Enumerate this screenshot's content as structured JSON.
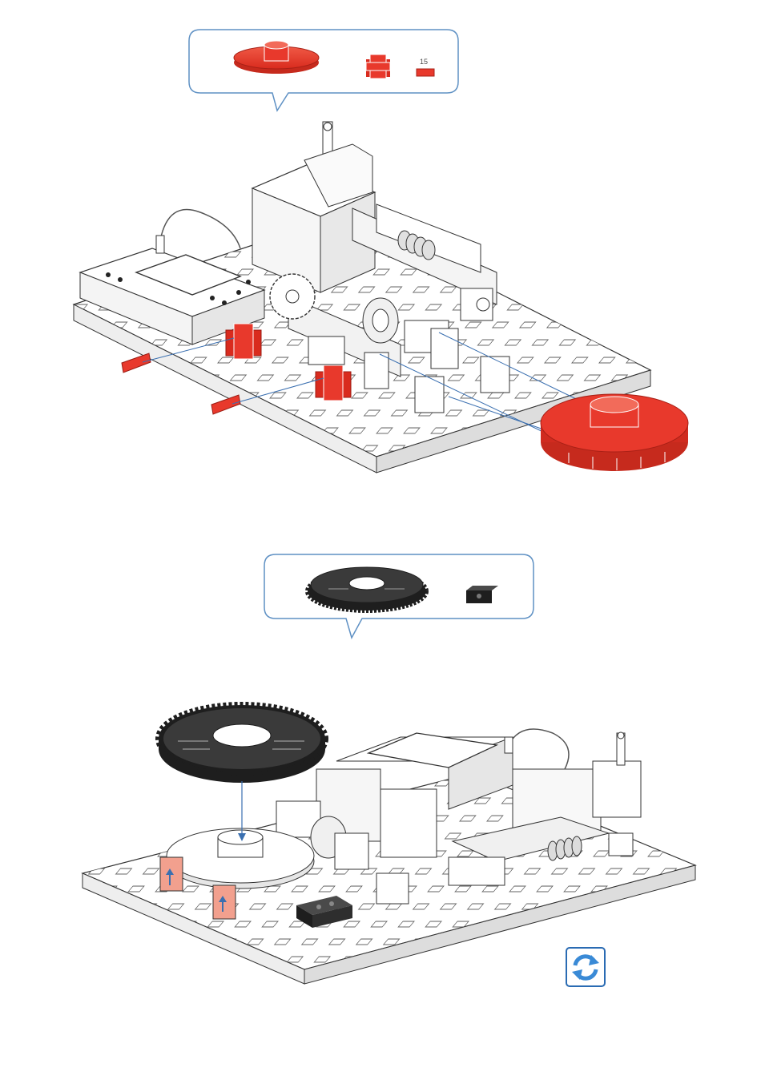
{
  "step1": {
    "parts_callout": {
      "parts": [
        {
          "name": "turntable",
          "color": "#e8392c"
        },
        {
          "name": "building-block-15-red",
          "color": "#e8392c"
        },
        {
          "name": "building-block-small-red",
          "color": "#e8392c",
          "label": "15"
        }
      ]
    }
  },
  "step2": {
    "parts_callout": {
      "parts": [
        {
          "name": "gear-wheel-black",
          "color": "#2f2f2f"
        },
        {
          "name": "building-block-black",
          "color": "#2f2f2f"
        }
      ]
    },
    "rotate_icon": "rotate-view-icon"
  },
  "colors": {
    "callout_border": "#5f91c4",
    "callout_fill": "#ffffff",
    "part_red": "#e8392c",
    "part_black": "#2f2f2f",
    "guide_line": "#3a6fb0",
    "model_outline": "#333333",
    "pink_marker": "#f2a08e"
  }
}
